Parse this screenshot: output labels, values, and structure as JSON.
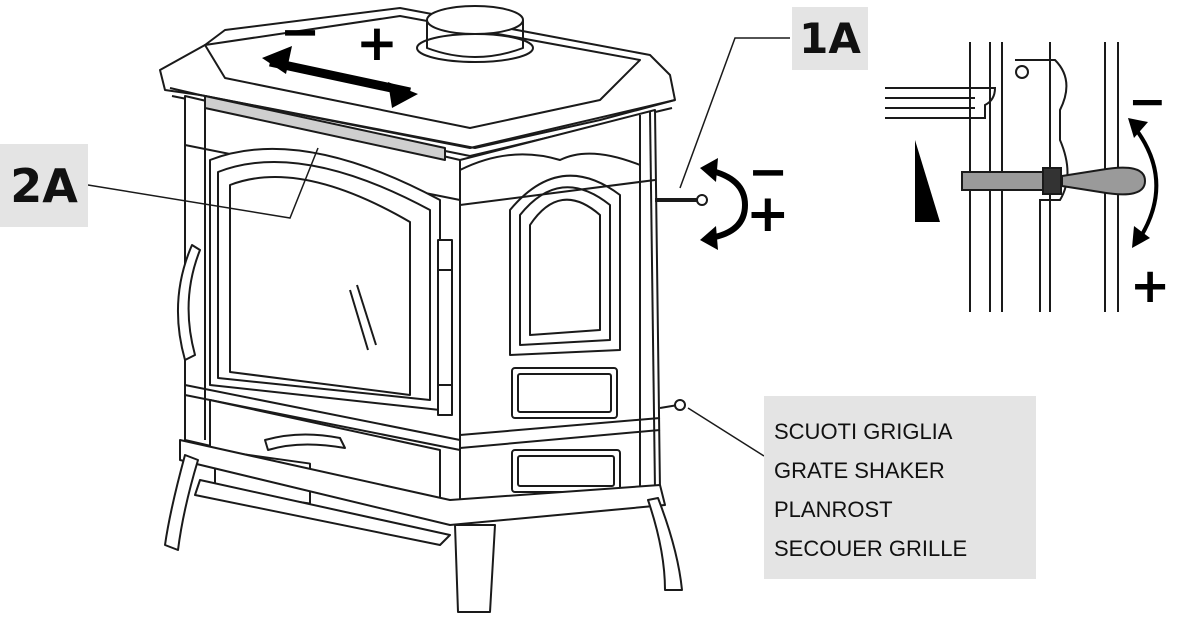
{
  "labels": {
    "callout_1a": "1A",
    "callout_2a": "2A"
  },
  "signs": {
    "top_minus": "−",
    "top_plus": "+",
    "side_minus": "−",
    "side_plus": "+",
    "detail_minus": "−",
    "detail_plus": "+"
  },
  "legend": {
    "lines": [
      "SCUOTI GRIGLIA",
      "GRATE SHAKER",
      "PLANROST",
      "SECOUER GRILLE"
    ]
  },
  "colors": {
    "label_bg": "#e4e4e4",
    "line": "#1a1a1a",
    "handle": "#9a9a9a"
  }
}
